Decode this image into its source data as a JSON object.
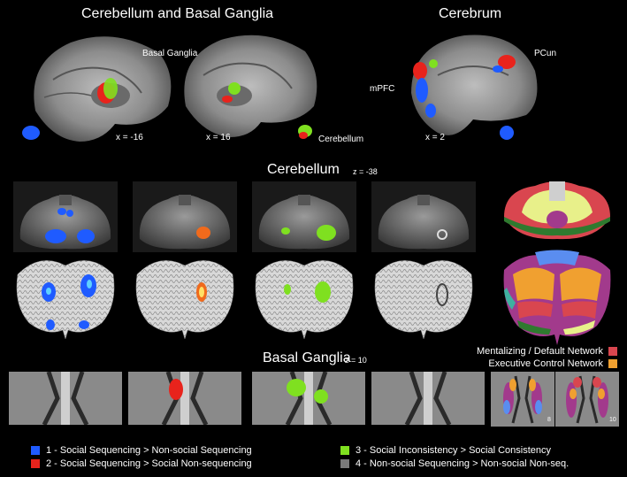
{
  "sections": {
    "cerebellum_basal_ganglia": "Cerebellum and Basal Ganglia",
    "cerebrum": "Cerebrum",
    "cerebellum": "Cerebellum",
    "basal_ganglia": "Basal Ganglia"
  },
  "annotations": {
    "basal_ganglia": "Basal Ganglia",
    "cerebellum": "Cerebellum",
    "mpfc": "mPFC",
    "pcun": "PCun"
  },
  "coordinates": {
    "x_left": "x = -16",
    "x_right": "x = 16",
    "x_mid": "x = 2",
    "z_cerebellum": "z = -38",
    "z_basal": "z = 10"
  },
  "networks": [
    {
      "label": "Mentalizing / Default Network",
      "color": "#d9464f"
    },
    {
      "label": "Executive Control Network",
      "color": "#f0a030"
    }
  ],
  "legend": [
    {
      "label": "1 - Social Sequencing > Non-social Sequencing",
      "color": "#1f5bff"
    },
    {
      "label": "2 - Social Sequencing > Social Non-sequencing",
      "color": "#e8231c"
    },
    {
      "label": "3 - Social Inconsistency > Social Consistency",
      "color": "#7fe020"
    },
    {
      "label": "4 - Non-social Sequencing > Non-social Non-seq.",
      "color": "#7a7a7a"
    }
  ],
  "atlas_corner_labels": [
    "8",
    "10"
  ]
}
